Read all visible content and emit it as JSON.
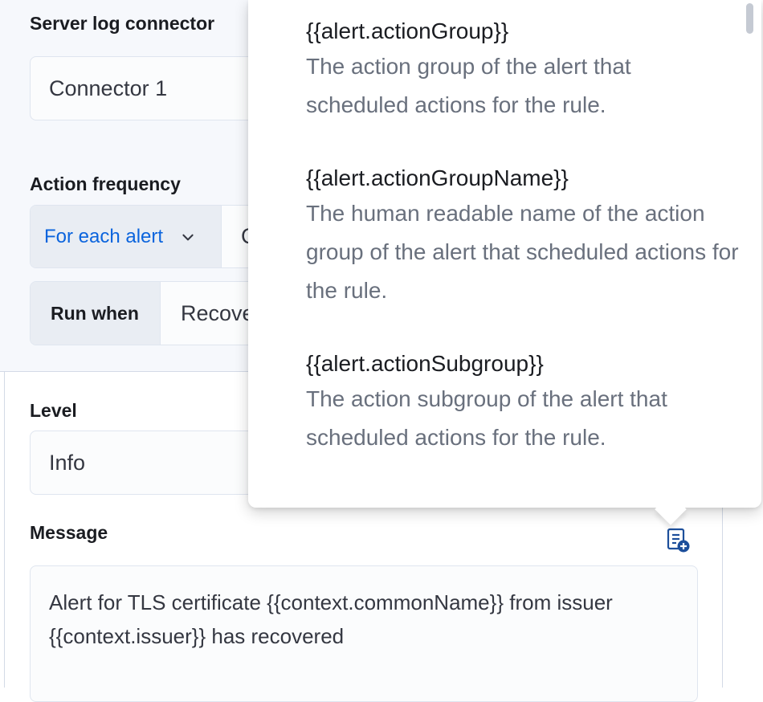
{
  "connector": {
    "label": "Server log connector",
    "value": "Connector 1"
  },
  "action_frequency": {
    "label": "Action frequency",
    "mode": "For each alert",
    "rest_partial": "C"
  },
  "run_when": {
    "label": "Run when",
    "value_partial": "Recove"
  },
  "level": {
    "label": "Level",
    "value": "Info"
  },
  "message": {
    "label": "Message",
    "text": "Alert for TLS certificate {{context.commonName}} from issuer {{context.issuer}} has recovered"
  },
  "icons": {
    "chevron": "chevron-down-icon",
    "add_variable": "add-variable-icon"
  },
  "variables_popover": {
    "items": [
      {
        "name": "{{alert.actionGroup}}",
        "description": "The action group of the alert that scheduled actions for the rule."
      },
      {
        "name": "{{alert.actionGroupName}}",
        "description": "The human readable name of the action group of the alert that scheduled actions for the rule."
      },
      {
        "name": "{{alert.actionSubgroup}}",
        "description": "The action subgroup of the alert that scheduled actions for the rule."
      }
    ]
  },
  "colors": {
    "link_blue": "#0b64dd",
    "icon_blue": "#1d4f9b",
    "muted_text": "#69707d",
    "panel_bg": "#f6f8fc"
  }
}
